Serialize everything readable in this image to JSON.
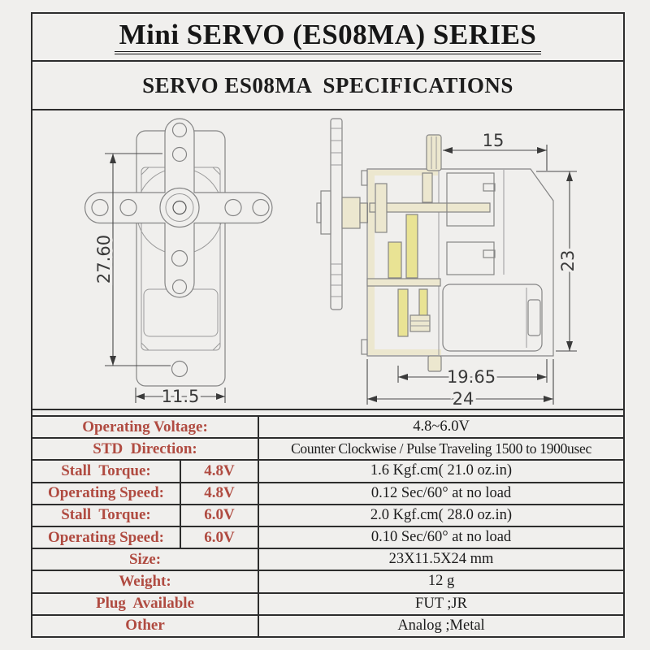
{
  "page": {
    "background": "#f0efed",
    "border_color": "#2d2d2d",
    "label_red": "#b04b41"
  },
  "header": {
    "title": "Mini SERVO (ES08MA) SERIES",
    "subtitle": "SERVO ES08MA  SPECIFICATIONS"
  },
  "drawing": {
    "front_view": {
      "dim_height": "27.60",
      "dim_width": "11.5"
    },
    "side_view": {
      "dim_top": "15",
      "dim_right": "23",
      "dim_inner": "19.65",
      "dim_bottom": "24"
    }
  },
  "table": {
    "rows": [
      {
        "label": "Operating Voltage:",
        "value": "4.8~6.0V"
      },
      {
        "label": "STD  Direction:",
        "value": "Counter Clockwise / Pulse Traveling 1500 to 1900usec"
      },
      {
        "label": "Stall  Torque:",
        "sub": "4.8V",
        "value": "1.6 Kgf.cm( 21.0 oz.in)"
      },
      {
        "label": "Operating Speed:",
        "sub": "4.8V",
        "value": "0.12 Sec/60° at no load"
      },
      {
        "label": "Stall  Torque:",
        "sub": "6.0V",
        "value": "2.0 Kgf.cm( 28.0 oz.in)"
      },
      {
        "label": "Operating Speed:",
        "sub": "6.0V",
        "value": "0.10 Sec/60° at no load"
      },
      {
        "label": "Size:",
        "value": "23X11.5X24 mm"
      },
      {
        "label": "Weight:",
        "value": "12 g"
      },
      {
        "label": "Plug  Available",
        "value": "FUT ;JR"
      },
      {
        "label": "Other",
        "value": "Analog ;Metal"
      }
    ]
  }
}
